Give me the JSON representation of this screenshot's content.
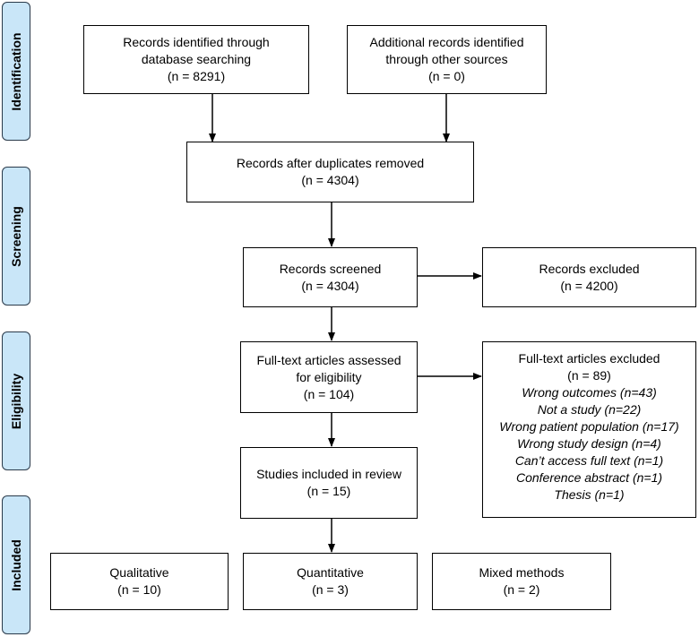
{
  "phases": {
    "identification": "Identification",
    "screening": "Screening",
    "eligibility": "Eligibility",
    "included": "Included"
  },
  "boxes": {
    "database": {
      "line1": "Records identified through",
      "line2": "database searching",
      "count": "(n = 8291)"
    },
    "other": {
      "line1": "Additional records identified",
      "line2": "through other sources",
      "count": "(n = 0)"
    },
    "duplicates": {
      "line1": "Records after duplicates removed",
      "count": "(n = 4304)"
    },
    "screened": {
      "line1": "Records screened",
      "count": "(n = 4304)"
    },
    "excluded": {
      "line1": "Records excluded",
      "count": "(n = 4200)"
    },
    "fulltext": {
      "line1": "Full-text articles assessed",
      "line2": "for eligibility",
      "count": "(n = 104)"
    },
    "fulltext_excluded": {
      "title": "Full-text articles excluded",
      "count": "(n = 89)",
      "reasons": [
        "Wrong outcomes (n=43)",
        "Not a study (n=22)",
        "Wrong patient population (n=17)",
        "Wrong study design (n=4)",
        "Can’t access full text (n=1)",
        "Conference abstract (n=1)",
        "Thesis (n=1)"
      ]
    },
    "included": {
      "line1": "Studies included in review",
      "count": "(n = 15)"
    },
    "qualitative": {
      "line1": "Qualitative",
      "count": "(n = 10)"
    },
    "quantitative": {
      "line1": "Quantitative",
      "count": "(n = 3)"
    },
    "mixed": {
      "line1": "Mixed methods",
      "count": "(n = 2)"
    }
  }
}
